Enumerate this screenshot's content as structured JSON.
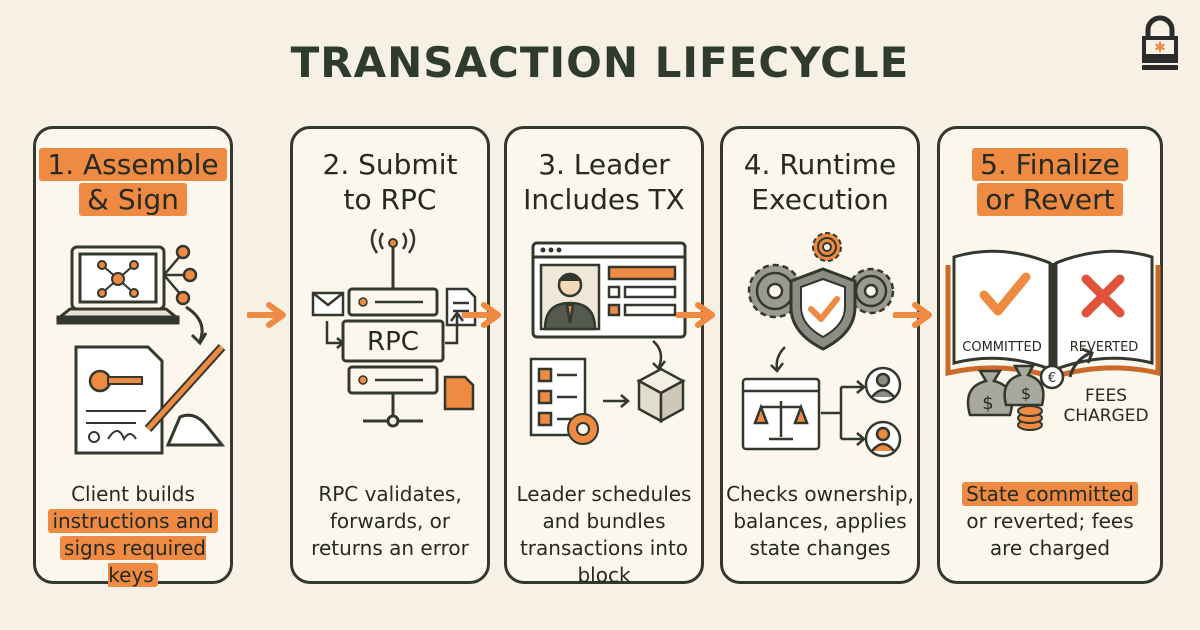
{
  "title": "TRANSACTION LIFECYCLE",
  "steps": [
    {
      "title_l1": "1. Assemble",
      "title_l2": "& Sign",
      "desc_l1": "Client builds",
      "desc_l2": "instructions and",
      "desc_l3": "signs required keys",
      "highlight": true
    },
    {
      "title_l1": "2. Submit",
      "title_l2": "to RPC",
      "desc_l1": "RPC validates,",
      "desc_l2": "forwards, or",
      "desc_l3": "returns an error",
      "rpc_label": "RPC"
    },
    {
      "title_l1": "3. Leader",
      "title_l2": "Includes TX",
      "desc_l1": "Leader schedules",
      "desc_l2": "and bundles",
      "desc_l3": "transactions into",
      "desc_l4": "block"
    },
    {
      "title_l1": "4. Runtime",
      "title_l2": "Execution",
      "desc_l1": "Checks ownership,",
      "desc_l2": "balances, applies",
      "desc_l3": "state changes"
    },
    {
      "title_l1": "5. Finalize",
      "title_l2": "or Revert",
      "desc_l1": "State committed",
      "desc_l2": "or reverted; fees",
      "desc_l3": "are charged",
      "committed_label": "COMMITTED",
      "reverted_label": "REVERTED",
      "fees_l1": "FEES",
      "fees_l2": "CHARGED",
      "highlight": true
    }
  ],
  "colors": {
    "accent": "#ee8a42",
    "ink": "#33382f",
    "background": "#f6f1e4"
  }
}
